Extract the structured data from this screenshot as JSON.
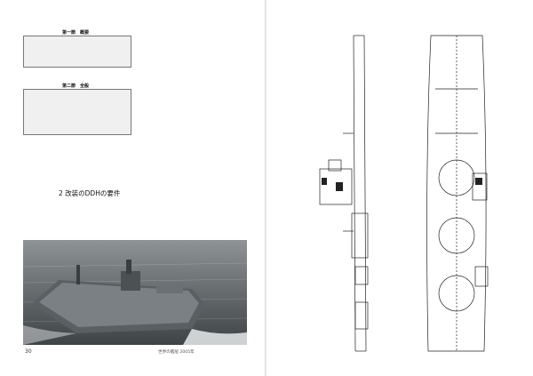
{
  "left_page": {
    "heading_1": "第一節　概要",
    "box_1_text": "",
    "note_1": "",
    "heading_2": "第二節　全般",
    "box_2_text": "",
    "paragraph_1": "",
    "section_title": "2 改装のDDHの要件",
    "paragraph_2": "",
    "photo_caption": "",
    "page_number": "30",
    "footer": "世界の艦船 2005年"
  },
  "right_page": {
    "paragraph_1": "",
    "paragraph_2": "",
    "paragraph_3": "",
    "drawing_label": ""
  }
}
